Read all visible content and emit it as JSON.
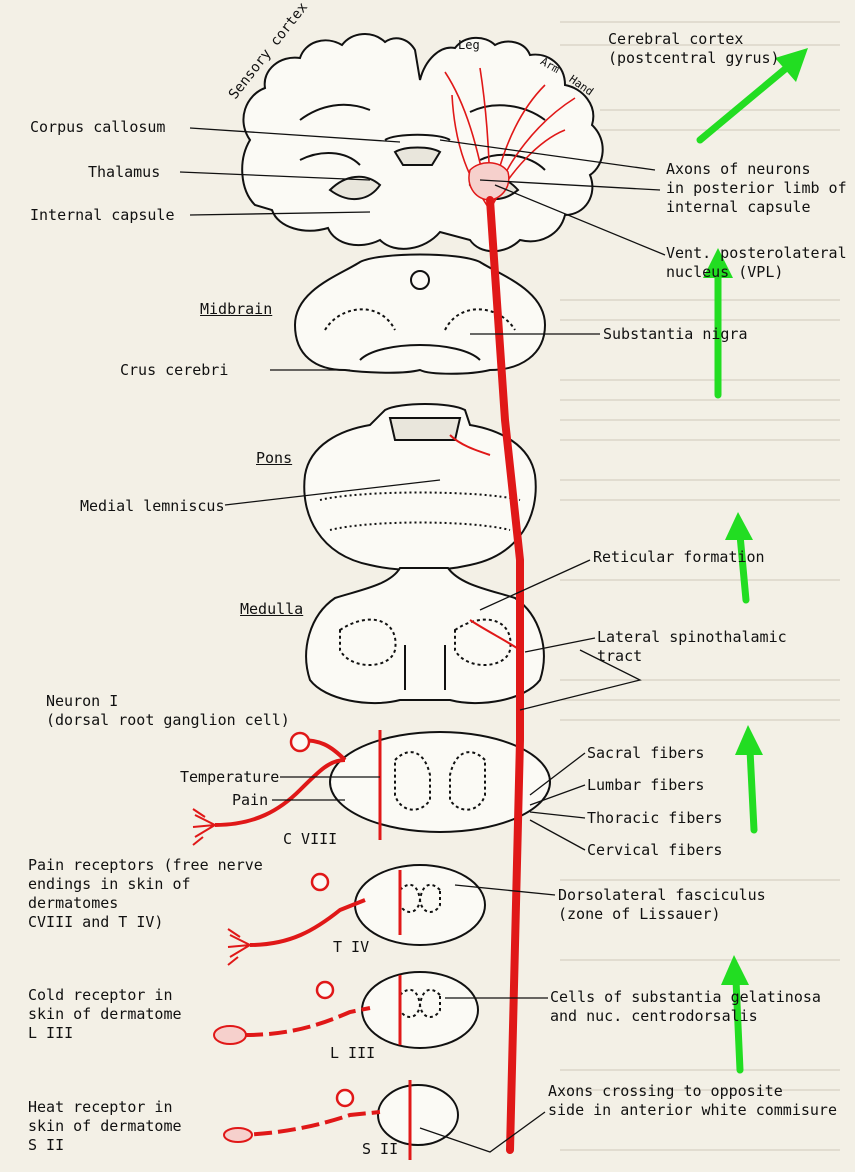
{
  "labels": {
    "sensory_cortex": "Sensory cortex",
    "leg": "Leg",
    "arm": "Arm",
    "hand": "Hand",
    "cerebral_cortex": "Cerebral cortex\n(postcentral gyrus)",
    "corpus_callosum": "Corpus callosum",
    "thalamus": "Thalamus",
    "internal_capsule": "Internal capsule",
    "axons_neurons": "Axons of neurons\nin posterior limb of\ninternal capsule",
    "vpl": "Vent. posterolateral\nnucleus (VPL)",
    "midbrain": "Midbrain",
    "substantia_nigra": "Substantia nigra",
    "crus_cerebri": "Crus cerebri",
    "pons": "Pons",
    "medial_lemniscus": "Medial lemniscus",
    "reticular_formation": "Reticular formation",
    "medulla": "Medulla",
    "lateral_spinothalamic": "Lateral spinothalamic\ntract",
    "neuron_i": "Neuron I\n(dorsal root ganglion cell)",
    "temperature": "Temperature",
    "pain": "Pain",
    "c_viii": "C VIII",
    "sacral_fibers": "Sacral fibers",
    "lumbar_fibers": "Lumbar fibers",
    "thoracic_fibers": "Thoracic fibers",
    "cervical_fibers": "Cervical fibers",
    "pain_receptors": "Pain receptors (free nerve\nendings in skin of\ndermatomes\nCVIII and T IV)",
    "dorsolateral_fasciculus": "Dorsolateral fasciculus\n(zone of Lissauer)",
    "t_iv": "T IV",
    "cold_receptor": "Cold receptor in\nskin of dermatome\nL III",
    "cells_substantia": "Cells of substantia gelatinosa\nand nuc. centrodorsalis",
    "l_iii": "L III",
    "heat_receptor": "Heat receptor in\nskin of dermatome\nS II",
    "axons_crossing": "Axons crossing to opposite\nside in anterior white commisure",
    "s_ii": "S II"
  },
  "colors": {
    "pathway": "#e01818",
    "arrow": "#22dd22",
    "ink": "#111111",
    "paper": "#f3f0e6"
  }
}
